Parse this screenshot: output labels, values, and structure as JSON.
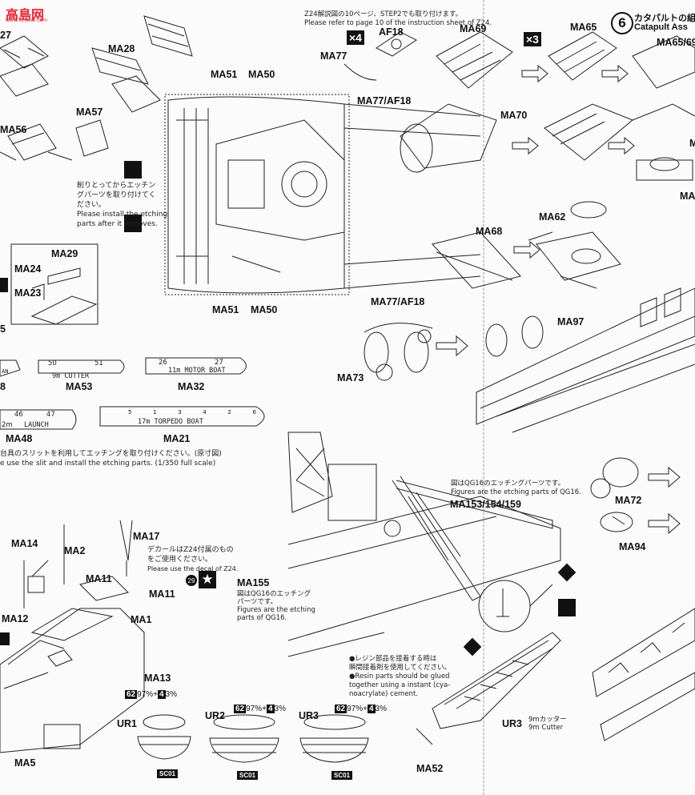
{
  "watermark": {
    "text": "高島网",
    "sub": "www.xxxxxx.com"
  },
  "header": {
    "note_jp": "Z24解説図の10ページ、STEP2でも取り付けます。",
    "note_en": "Please refer to page 10 of the instruction sheet of Z24.",
    "step_number": "6",
    "step_title_jp": "カタパルトの組",
    "step_title_en": "Catapult Ass"
  },
  "multipliers": {
    "af18": "×4",
    "ma65": "×3"
  },
  "parts": {
    "ma27": "27",
    "ma28": "MA28",
    "ma57": "MA57",
    "ma56": "MA56",
    "ma51_top": "MA51",
    "ma50_top": "MA50",
    "ma51_bot": "MA51",
    "ma50_bot": "MA50",
    "ma77": "MA77",
    "af18": "AF18",
    "ma77af18_a": "MA77/AF18",
    "ma77af18_b": "MA77/AF18",
    "ma69": "MA69",
    "ma65": "MA65",
    "ma65_69": "MA65/69",
    "ma70": "MA70",
    "ma62": "MA62",
    "ma68": "MA68",
    "ma97": "MA97",
    "ma73": "MA73",
    "ma29": "MA29",
    "ma24": "MA24",
    "ma23": "MA23",
    "ma53": "MA53",
    "ma32": "MA32",
    "ma48": "MA48",
    "ma21": "MA21",
    "ma_8": "8",
    "ma14": "MA14",
    "ma2": "MA2",
    "ma17": "MA17",
    "ma11_a": "MA11",
    "ma11_b": "MA11",
    "ma1": "MA1",
    "ma12": "MA12",
    "ma13": "MA13",
    "ma5": "MA5",
    "ma155": "MA155",
    "ma153": "MA153/154/159",
    "ma72": "MA72",
    "ma94": "MA94",
    "ma52": "MA52",
    "m_right": "M",
    "ma_right": "MA",
    "ma_5": "5"
  },
  "notes": {
    "etching_jp_1": "削りとってからエッチン",
    "etching_jp_2": "グパーツを取り付けてく",
    "etching_jp_3": "ださい。",
    "etching_en_1": "Please install the etching",
    "etching_en_2": "parts after it removes.",
    "slit_jp": "台具のスリットを利用してエッチングを取り付けください。(原寸図)",
    "slit_en": "e use the slit and install the etching parts. (1/350 full scale)",
    "decal_jp_1": "デカールはZ24付属のもの",
    "decal_jp_2": "をご使用ください。",
    "decal_en": "Please use the decal of Z24.",
    "decal_num": "29",
    "qg16_jp": "図はQG16のエッチングパーツです。",
    "qg16_en": "Figures are the etching parts of QG16.",
    "ma155_jp_1": "図はQG16のエッチング",
    "ma155_jp_2": "パーツです。",
    "ma155_en_1": "Figures are the etching",
    "ma155_en_2": "parts of QG16.",
    "resin_jp_1": "●レジン部品を接着する時は",
    "resin_jp_2": "瞬間接着剤を使用してください。",
    "resin_en_1": "●Resin parts should be glued",
    "resin_en_2": "together using a instant (cya-",
    "resin_en_3": "noacrylate) cement.",
    "ur3_jp": "9mカッター",
    "ur3_en": "9m Cutter"
  },
  "boats": {
    "cutter": "9m CUTTER",
    "cutter_a": "50",
    "cutter_b": "51",
    "motor": "11m MOTOR BOAT",
    "motor_a": "26",
    "motor_b": "27",
    "launch": "LAUNCH",
    "launch_a": "46",
    "launch_b": "47",
    "launch_len": "2m",
    "torpedo": "17m TORPEDO BOAT",
    "torpedo_nums": [
      "5",
      "1",
      "3",
      "4",
      "2",
      "6"
    ],
    "left_an": "AN"
  },
  "resin": {
    "ur1": "UR1",
    "ur2": "UR2",
    "ur3": "UR3",
    "mix_a": "62",
    "mix_a_pct": "97%",
    "plus": "+",
    "mix_b": "4",
    "mix_b_pct": "3%",
    "sc": "SC01"
  }
}
